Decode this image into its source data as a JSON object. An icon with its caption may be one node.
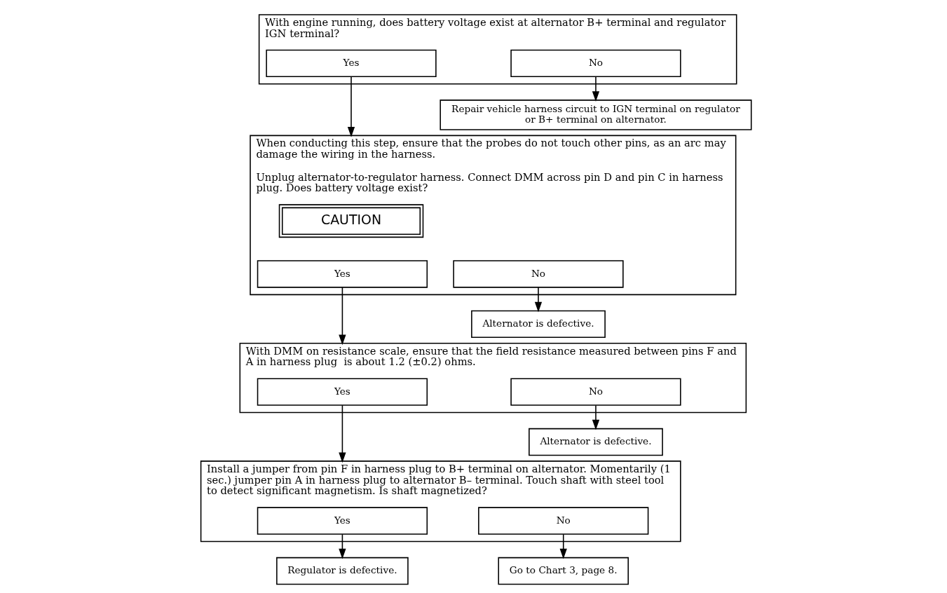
{
  "diagram": {
    "nodes": [
      {
        "text": [
          "With engine running, does battery voltage exist at alternator B+ terminal and regulator IGN terminal?"
        ]
      },
      {
        "text": [
          "Yes"
        ],
        "in": 0
      },
      {
        "text": [
          "No"
        ],
        "in": 0
      },
      {
        "text": [
          "Repair vehicle harness circuit to IGN terminal on regulator or B+ terminal on alternator."
        ]
      },
      {
        "text": [
          "When conducting this step, ensure that the probes do not touch other pins, as an arc may damage the wiring in the harness.",
          "Unplug alternator-to-regulator harness. Connect DMM across pin D and pin C in harness plug. Does battery voltage exist?"
        ]
      },
      {
        "text": [
          "CAUTION"
        ],
        "in": 4
      },
      {
        "text": [
          "Yes"
        ],
        "in": 4
      },
      {
        "text": [
          "No"
        ],
        "in": 4
      },
      {
        "text": [
          "Alternator is defective."
        ]
      },
      {
        "text": [
          "With DMM on resistance scale, ensure that the field resistance measured between pins F and A in harness plug  is about 1.2 (±0.2) ohms."
        ]
      },
      {
        "text": [
          "Yes"
        ],
        "in": 9
      },
      {
        "text": [
          "No"
        ],
        "in": 9
      },
      {
        "text": [
          "Alternator is defective."
        ]
      },
      {
        "text": [
          "Install a jumper from pin F in harness plug to B+ terminal on alternator. Momentarily (1 sec.) jumper pin A in harness plug to alternator B– terminal. Touch shaft with steel tool to detect significant magnetism. Is shaft magnetized?"
        ]
      },
      {
        "text": [
          "Yes"
        ],
        "in": 13
      },
      {
        "text": [
          "No"
        ],
        "in": 13
      },
      {
        "text": [
          "Regulator is defective."
        ]
      },
      {
        "text": [
          "Go to Chart 3, page 8."
        ]
      }
    ],
    "edges": [
      {
        "from": 1,
        "to": 4,
        "arrow": "to"
      },
      {
        "from": 2,
        "to": 3,
        "arrow": "to"
      },
      {
        "from": 6,
        "to": 9,
        "arrow": "to"
      },
      {
        "from": 7,
        "to": 8,
        "arrow": "to"
      },
      {
        "from": 10,
        "to": 13,
        "arrow": "to"
      },
      {
        "from": 11,
        "to": 12,
        "arrow": "to"
      },
      {
        "from": 14,
        "to": 16,
        "arrow": "to"
      },
      {
        "from": 15,
        "to": 17,
        "arrow": "to"
      }
    ]
  }
}
